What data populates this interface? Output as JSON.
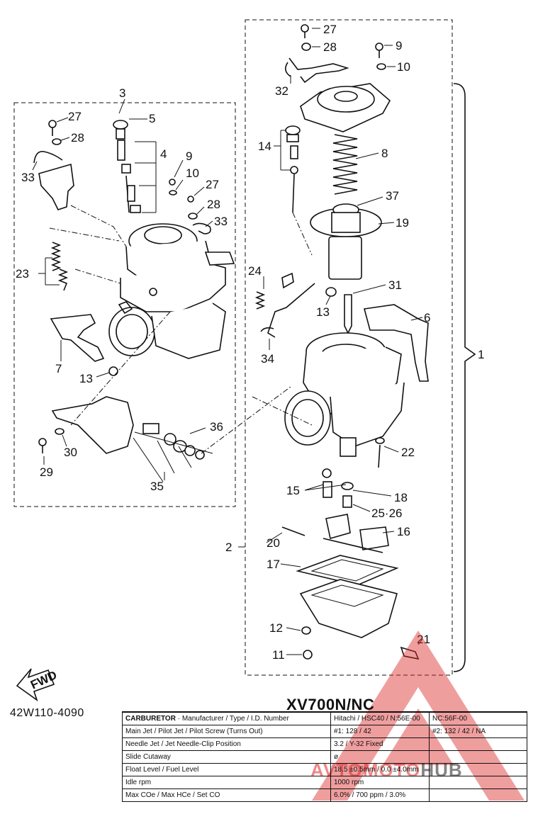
{
  "callouts": {
    "n1": "1",
    "n2": "2",
    "n3": "3",
    "n4": "4",
    "n5": "5",
    "n6": "6",
    "n7": "7",
    "n8": "8",
    "n9a": "9",
    "n9b": "9",
    "n10a": "10",
    "n10b": "10",
    "n11": "11",
    "n12": "12",
    "n13a": "13",
    "n13b": "13",
    "n14": "14",
    "n15": "15",
    "n16": "16",
    "n17": "17",
    "n18": "18",
    "n19": "19",
    "n20": "20",
    "n21": "21",
    "n22": "22",
    "n23": "23",
    "n24": "24",
    "n25_26": "25·26",
    "n27a": "27",
    "n27b": "27",
    "n27c": "27",
    "n28a": "28",
    "n28b": "28",
    "n28c": "28",
    "n29": "29",
    "n30": "30",
    "n31": "31",
    "n32": "32",
    "n33a": "33",
    "n33b": "33",
    "n34": "34",
    "n35": "35",
    "n36": "36",
    "n37": "37"
  },
  "fwd_label": "FWD",
  "document_number": "42W110-4090",
  "model_title": "XV700N/NC",
  "spec_table": {
    "header": {
      "label_bold": "CARBURETOR",
      "label_rest": " · Manufacturer / Type / I.D. Number",
      "value_1": "Hitachi / HSC40 / N:56E-00",
      "value_2": "NC:56F-00"
    },
    "rows": [
      {
        "label": "Main Jet / Pilot Jet / Pilot Screw (Turns Out)",
        "value_1": "#1: 128 / 42",
        "value_2": "#2: 132 / 42 / NA"
      },
      {
        "label": "Needle Jet / Jet Needle-Clip Position",
        "value_1": "3.2 / Y-32 Fixed",
        "value_2": ""
      },
      {
        "label": "Slide Cutaway",
        "value_1": "ø",
        "value_2": ""
      },
      {
        "label": "Float Level / Fuel Level",
        "value_1": "18.5 ±0.5mm / 0.0 ±4.0mm",
        "value_2": ""
      },
      {
        "label": "Idle rpm",
        "value_1": "1000 rpm",
        "value_2": ""
      },
      {
        "label": "Max COe / Max HCe / Set CO",
        "value_1": "6.0% / 700 ppm / 3.0%",
        "value_2": ""
      }
    ]
  },
  "watermark": {
    "part_1": "AVTO",
    "part_2": "MOTO",
    "part_3": "HUB",
    "accent_color": "#dc2828"
  }
}
